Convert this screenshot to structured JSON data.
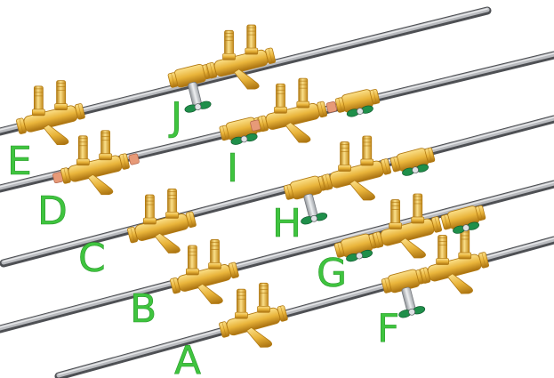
{
  "colors": {
    "pipe": "#9a9ca0",
    "pipe_edge": "#4e5054",
    "brass": "#e9b43a",
    "brass_dark": "#b27a12",
    "brass_light": "#fbe08a",
    "copper": "#e79a78",
    "handle_green": "#1f8f4a",
    "steel": "#c8ccd0",
    "label_green": "#3fc43f"
  },
  "labels": {
    "A": "A",
    "B": "B",
    "C": "C",
    "D": "D",
    "E": "E",
    "F": "F",
    "G": "G",
    "H": "H",
    "I": "I",
    "J": "J"
  },
  "assemblies": [
    {
      "id": "A",
      "label": "A",
      "ball_valve": false,
      "adapters": false
    },
    {
      "id": "B",
      "label": "B",
      "ball_valve": false,
      "adapters": false
    },
    {
      "id": "C",
      "label": "C",
      "ball_valve": false,
      "adapters": false
    },
    {
      "id": "D",
      "label": "D",
      "ball_valve": false,
      "adapters": true
    },
    {
      "id": "E",
      "label": "E",
      "ball_valve": false,
      "adapters": false
    },
    {
      "id": "F",
      "label": "F",
      "ball_valve": true,
      "adapters": false
    },
    {
      "id": "G",
      "label": "G",
      "ball_valve": true,
      "adapters": false
    },
    {
      "id": "H",
      "label": "H",
      "ball_valve": true,
      "adapters": false
    },
    {
      "id": "I",
      "label": "I",
      "ball_valve": true,
      "adapters": true
    },
    {
      "id": "J",
      "label": "J",
      "ball_valve": true,
      "adapters": false
    }
  ]
}
